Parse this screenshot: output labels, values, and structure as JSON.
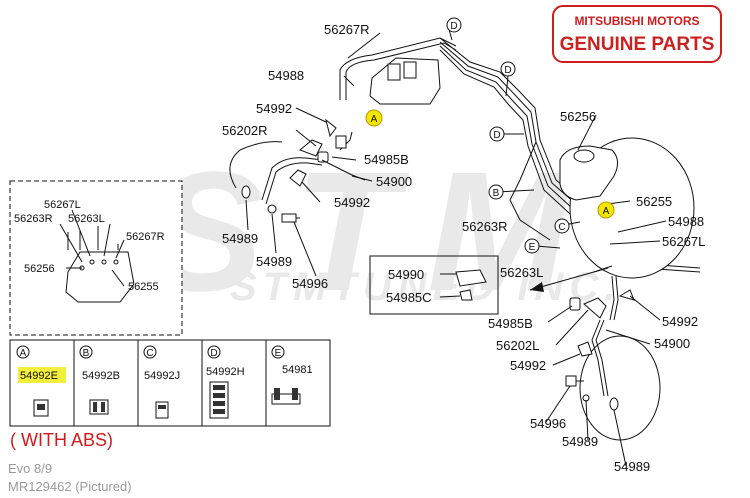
{
  "brand": {
    "line1": "MITSUBISHI MOTORS",
    "line2": "GENUINE PARTS",
    "color": "#cc1f1f"
  },
  "watermark": {
    "word": "STM",
    "sub": "STMTUNED INC."
  },
  "footer": {
    "model": "Evo 8/9",
    "part": "MR129462  (Pictured)"
  },
  "note": {
    "text": "( WITH ABS)",
    "color": "#d21a1a"
  },
  "labels": {
    "p56267r_top": "56267R",
    "p54988_top": "54988",
    "p54992_a": "54992",
    "p56202r": "56202R",
    "p54985b_top": "54985B",
    "p54900_top": "54900",
    "p54992_b": "54992",
    "p54989_a": "54989",
    "p54989_b": "54989",
    "p54996_a": "54996",
    "p56256_right": "56256",
    "p56255_right": "56255",
    "p54988_right": "54988",
    "p56263r_right": "56263R",
    "p56267l_right": "56267L",
    "p56263l_right": "56263L",
    "p54990": "54990",
    "p54985c": "54985C",
    "p54992_c": "54992",
    "p54985b_bot": "54985B",
    "p56202l": "56202L",
    "p54900_bot": "54900",
    "p54992_d": "54992",
    "p54996_b": "54996",
    "p54989_c": "54989",
    "p54989_d": "54989"
  },
  "inset": {
    "p56267l": "56267L",
    "p56263r": "56263R",
    "p56263l": "56263L",
    "p56267r": "56267R",
    "p56256": "56256",
    "p56255": "56255"
  },
  "clips": [
    {
      "letter": "A",
      "part": "54992E",
      "highlight": true
    },
    {
      "letter": "B",
      "part": "54992B",
      "highlight": false
    },
    {
      "letter": "C",
      "part": "54992J",
      "highlight": false
    },
    {
      "letter": "D",
      "part": "54992H",
      "highlight": false
    },
    {
      "letter": "E",
      "part": "54981",
      "highlight": false
    }
  ],
  "callouts": {
    "a": "A",
    "b": "B",
    "c": "C",
    "d": "D",
    "e": "E"
  }
}
